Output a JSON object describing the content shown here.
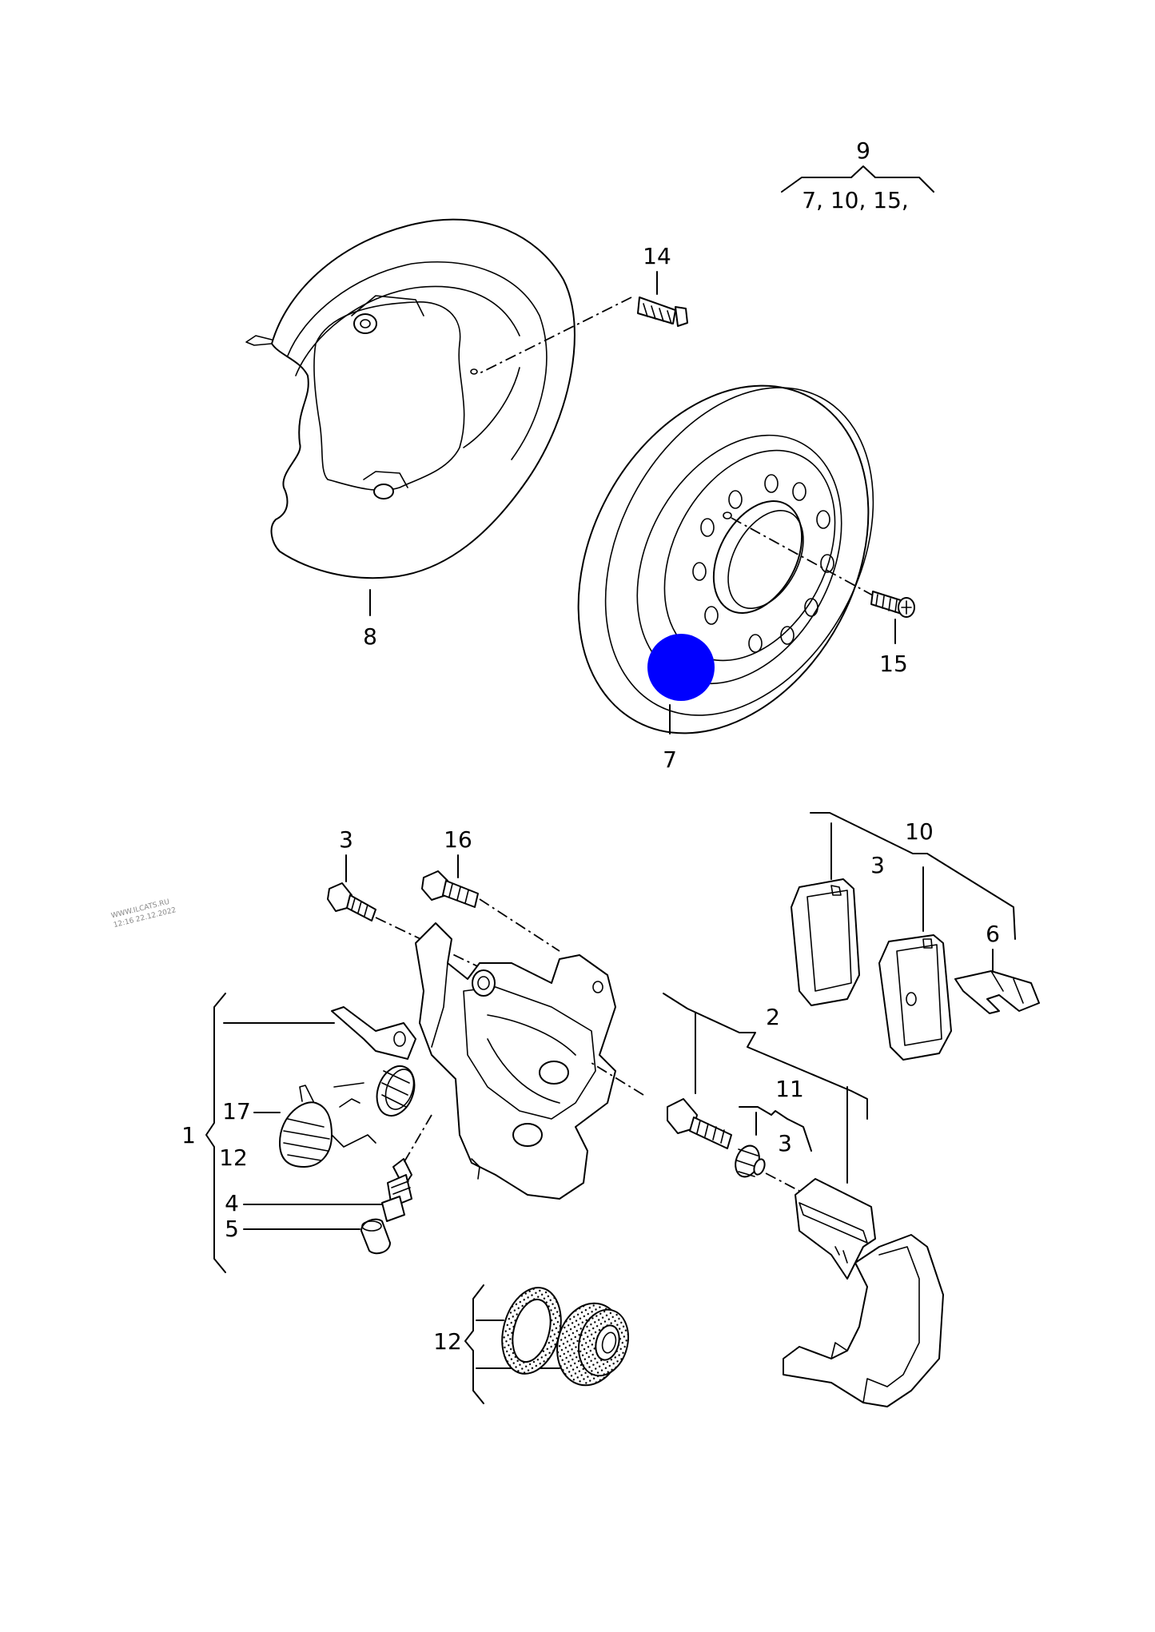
{
  "group_label_9": "9",
  "group_members_9": "7, 10, 15,",
  "labels": {
    "l1": "1",
    "l2": "2",
    "l3a": "3",
    "l3b": "3",
    "l3c": "3",
    "l4": "4",
    "l5": "5",
    "l6": "6",
    "l7": "7",
    "l8": "8",
    "l10": "10",
    "l11": "11",
    "l12a": "12",
    "l12b": "12",
    "l14": "14",
    "l15": "15",
    "l16": "16",
    "l17": "17"
  },
  "watermark": [
    "WWW.ILCATS.RU",
    "12:16 22.12.2022"
  ],
  "colors": {
    "line": "#000000",
    "highlight": "#0000ff",
    "background": "#ffffff"
  }
}
